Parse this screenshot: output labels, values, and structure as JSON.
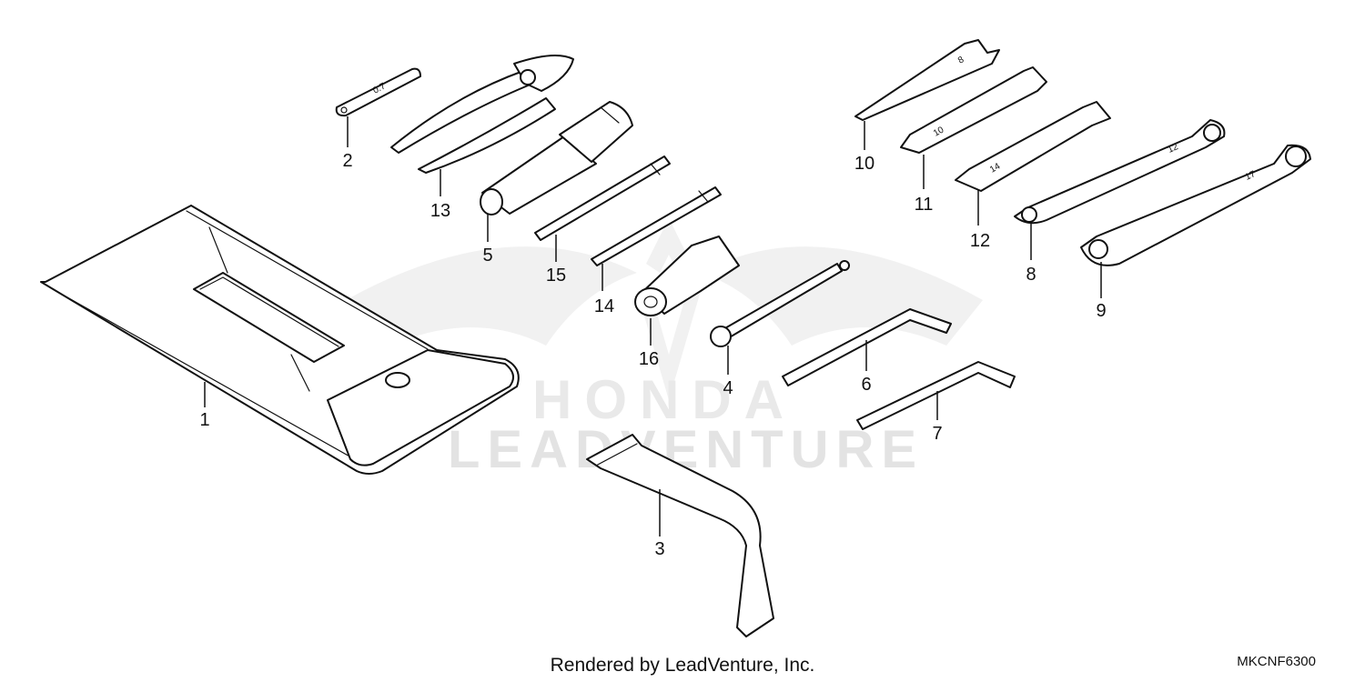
{
  "diagram": {
    "watermark": {
      "brand": "HONDA",
      "company": "LEADVENTURE"
    },
    "footer": {
      "rendered_by": "Rendered by LeadVenture, Inc.",
      "diagram_code": "MKCNF6300"
    },
    "callouts": [
      {
        "id": "1",
        "label": "1"
      },
      {
        "id": "2",
        "label": "2"
      },
      {
        "id": "3",
        "label": "3"
      },
      {
        "id": "4",
        "label": "4"
      },
      {
        "id": "5",
        "label": "5"
      },
      {
        "id": "6",
        "label": "6"
      },
      {
        "id": "7",
        "label": "7"
      },
      {
        "id": "8",
        "label": "8"
      },
      {
        "id": "9",
        "label": "9"
      },
      {
        "id": "10",
        "label": "10"
      },
      {
        "id": "11",
        "label": "11"
      },
      {
        "id": "12",
        "label": "12"
      },
      {
        "id": "13",
        "label": "13"
      },
      {
        "id": "14",
        "label": "14"
      },
      {
        "id": "15",
        "label": "15"
      },
      {
        "id": "16",
        "label": "16"
      }
    ],
    "part_markings": {
      "feeler_gauge": "0.7",
      "wrench_10": "8",
      "wrench_11": "10",
      "wrench_12": "14",
      "wrench_8": "12",
      "wrench_9": "17"
    }
  }
}
